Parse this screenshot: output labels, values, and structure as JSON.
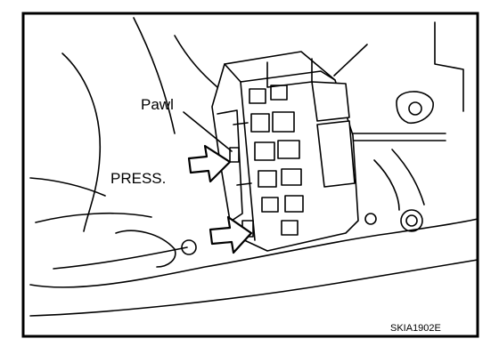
{
  "figure": {
    "labels": {
      "pawl": "Pawl",
      "press": "PRESS.",
      "code": "SKIA1902E"
    }
  }
}
